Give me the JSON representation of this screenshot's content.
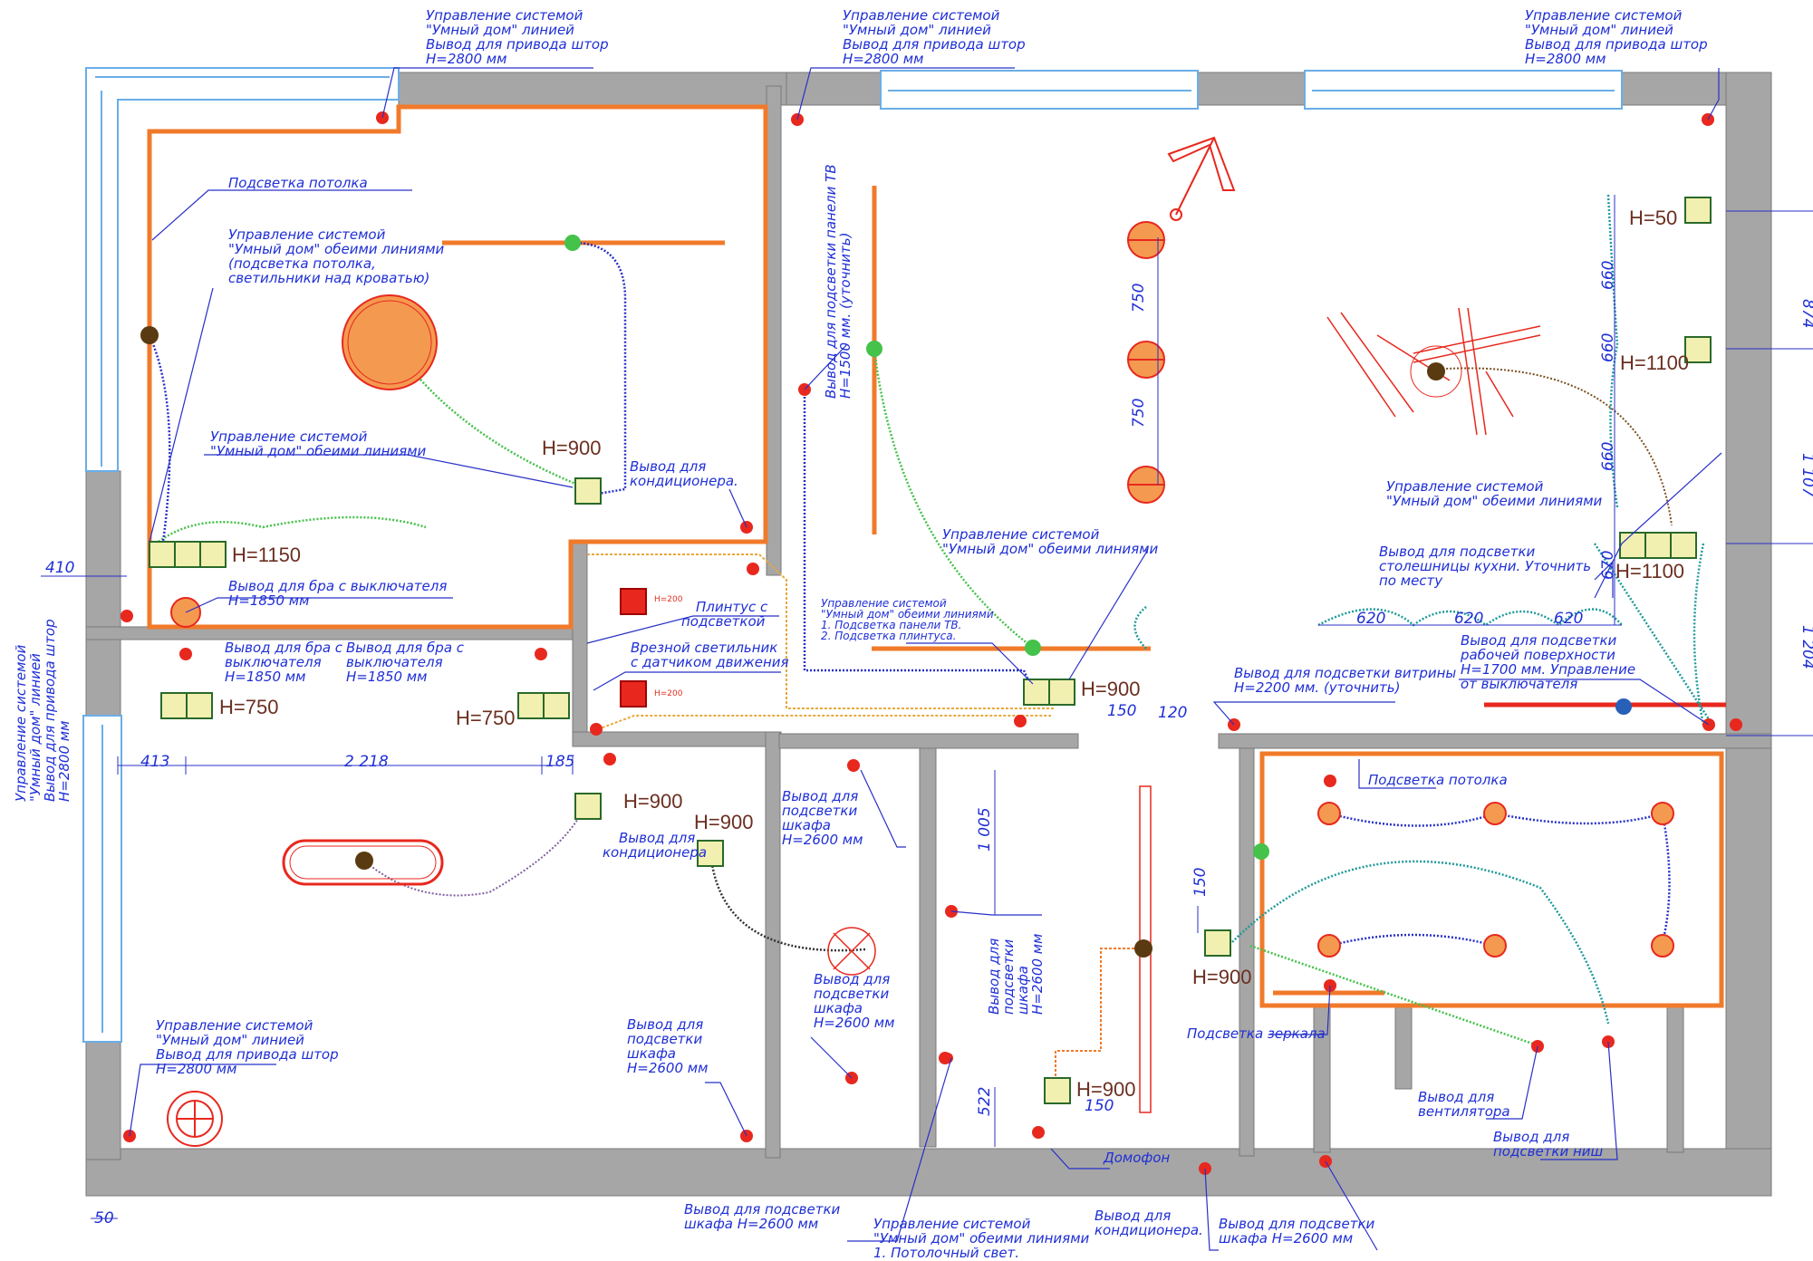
{
  "notes": {
    "curtain_top_left": [
      "Управление системой",
      "\"Умный дом\" линией",
      "Вывод для привода штор",
      "H=2800 мм"
    ],
    "curtain_top_mid": [
      "Управление системой",
      "\"Умный дом\" линией",
      "Вывод для привода штор",
      "H=2800 мм"
    ],
    "curtain_top_right": [
      "Управление системой",
      "\"Умный дом\" линией",
      "Вывод для привода штор",
      "H=2800 мм"
    ],
    "ceiling_light_bedroom": "Подсветка потолка",
    "smart_both_lines_bedroom": [
      "Управление системой",
      "\"Умный дом\" обеими линиями",
      "(подсветка потолка,",
      "светильники над кроватью)"
    ],
    "smart_both_lines_bedroom2": [
      "Управление системой",
      "\"Умный дом\" обеими линиями"
    ],
    "ac_outlet_1": [
      "Вывод для",
      "кондиционера."
    ],
    "sconce_1": [
      "Вывод для бра с выключателя",
      "H=1850 мм"
    ],
    "sconce_2": [
      "Вывод для бра с",
      "выключателя",
      "H=1850 мм"
    ],
    "sconce_3": [
      "Вывод для бра с",
      "выключателя",
      "H=1850 мм"
    ],
    "plinth_light": [
      "Плинтус с",
      "подсветкой"
    ],
    "recessed_sensor": [
      "Врезной светильник",
      "с датчиком движения"
    ],
    "tv_panel_light": [
      "Вывод для подсветки панели ТВ",
      "H=1500 мм. (уточнить)"
    ],
    "smart_both_lines_living": [
      "Управление системой",
      "\"Умный дом\" обеими линиями"
    ],
    "smart_tv_plinth": [
      "Управление системой",
      "\"Умный дом\" обеими линиями",
      "1. Подсветка панели ТВ.",
      "2. Подсветка плинтуса."
    ],
    "smart_both_lines_kitchen": [
      "Управление системой",
      "\"Умный дом\" обеими линиями"
    ],
    "countertop_light": [
      "Вывод для подсветки",
      "столешницы кухни. Уточнить",
      "по месту"
    ],
    "work_surface_light": [
      "Вывод для подсветки",
      "рабочей поверхности",
      "H=1700 мм. Управление",
      "от выключателя"
    ],
    "showcase_light": [
      "Вывод для подсветки витрины",
      "H=2200 мм. (уточнить)"
    ],
    "ceiling_light_bath": "Подсветка потолка",
    "ac_outlet_2": [
      "Вывод для",
      "кондиционера"
    ],
    "wardrobe_light_1": [
      "Вывод для",
      "подсветки",
      "шкафа",
      "H=2600 мм"
    ],
    "wardrobe_light_2": [
      "Вывод для",
      "подсветки",
      "шкафа",
      "H=2600 мм"
    ],
    "wardrobe_light_3": [
      "Вывод для",
      "подсветки",
      "шкафа",
      "H=2600 мм"
    ],
    "wardrobe_light_4": [
      "Вывод для",
      "подсветки",
      "шкафа",
      "H=2600 мм"
    ],
    "curtain_bottom_left": [
      "Управление системой",
      "\"Умный дом\" линией",
      "Вывод для привода штор",
      "H=2800 мм"
    ],
    "curtain_left_vertical": [
      "Управление системой",
      "\"Умный дом\" линией",
      "Вывод для привода штор",
      "H=2800 мм"
    ],
    "mirror_light": "Подсветка зеркала",
    "fan_outlet": [
      "Вывод для",
      "вентилятора"
    ],
    "niche_light": [
      "Вывод для",
      "подсветки ниш"
    ],
    "intercom": "Домофон",
    "wardrobe_light_bottom_left": [
      "Вывод для подсветки",
      "шкафа H=2600 мм"
    ],
    "smart_ceiling_hall": [
      "Управление системой",
      "\"Умный дом\" обеими линиями",
      "1. Потолочный свет."
    ],
    "ac_outlet_3": [
      "Вывод для",
      "кондиционера."
    ],
    "wardrobe_light_bottom_right": [
      "Вывод для подсветки",
      "шкафа H=2600 мм"
    ]
  },
  "heights": {
    "h50": "H=50",
    "h1100_a": "H=1100",
    "h1100_b": "H=1100",
    "h1150": "H=1150",
    "h900_bed": "H=900",
    "h750_a": "H=750",
    "h750_b": "H=750",
    "h900_living": "H=900",
    "h900_hall": "H=900",
    "h900_hall2": "H=900",
    "h900_corr": "H=900",
    "h900_bath": "H=900"
  },
  "dimensions": {
    "d410": "410",
    "d413": "413",
    "d2218": "2 218",
    "d185": "185",
    "d750a": "750",
    "d750b": "750",
    "d660a": "660",
    "d660b": "660",
    "d660c": "660",
    "d670": "670",
    "d620a": "620",
    "d620b": "620",
    "d620c": "620",
    "d150a": "150",
    "d120": "120",
    "d1005": "1 005",
    "d150b": "150",
    "d522": "522",
    "d150c": "150",
    "d50": "50",
    "d874": "874",
    "d1107": "1 107",
    "d1204": "1 204"
  },
  "small_marks": {
    "h200_a": "H=200",
    "h200_b": "H=200"
  },
  "colors": {
    "wall": "#a6a6a6",
    "wall_dark": "#8c8c8c",
    "annotation": "#1f2fd6",
    "height_text": "#6b2f20",
    "led_strip": "#f07a2a",
    "fixture_red": "#e8281e",
    "wire_green": "#44c24a",
    "wire_blue": "#2830c8",
    "wire_teal": "#1e9a9a",
    "wire_dark": "#333333",
    "box_fill": "#f1f0b0",
    "box_stroke": "#2a6a2a"
  }
}
